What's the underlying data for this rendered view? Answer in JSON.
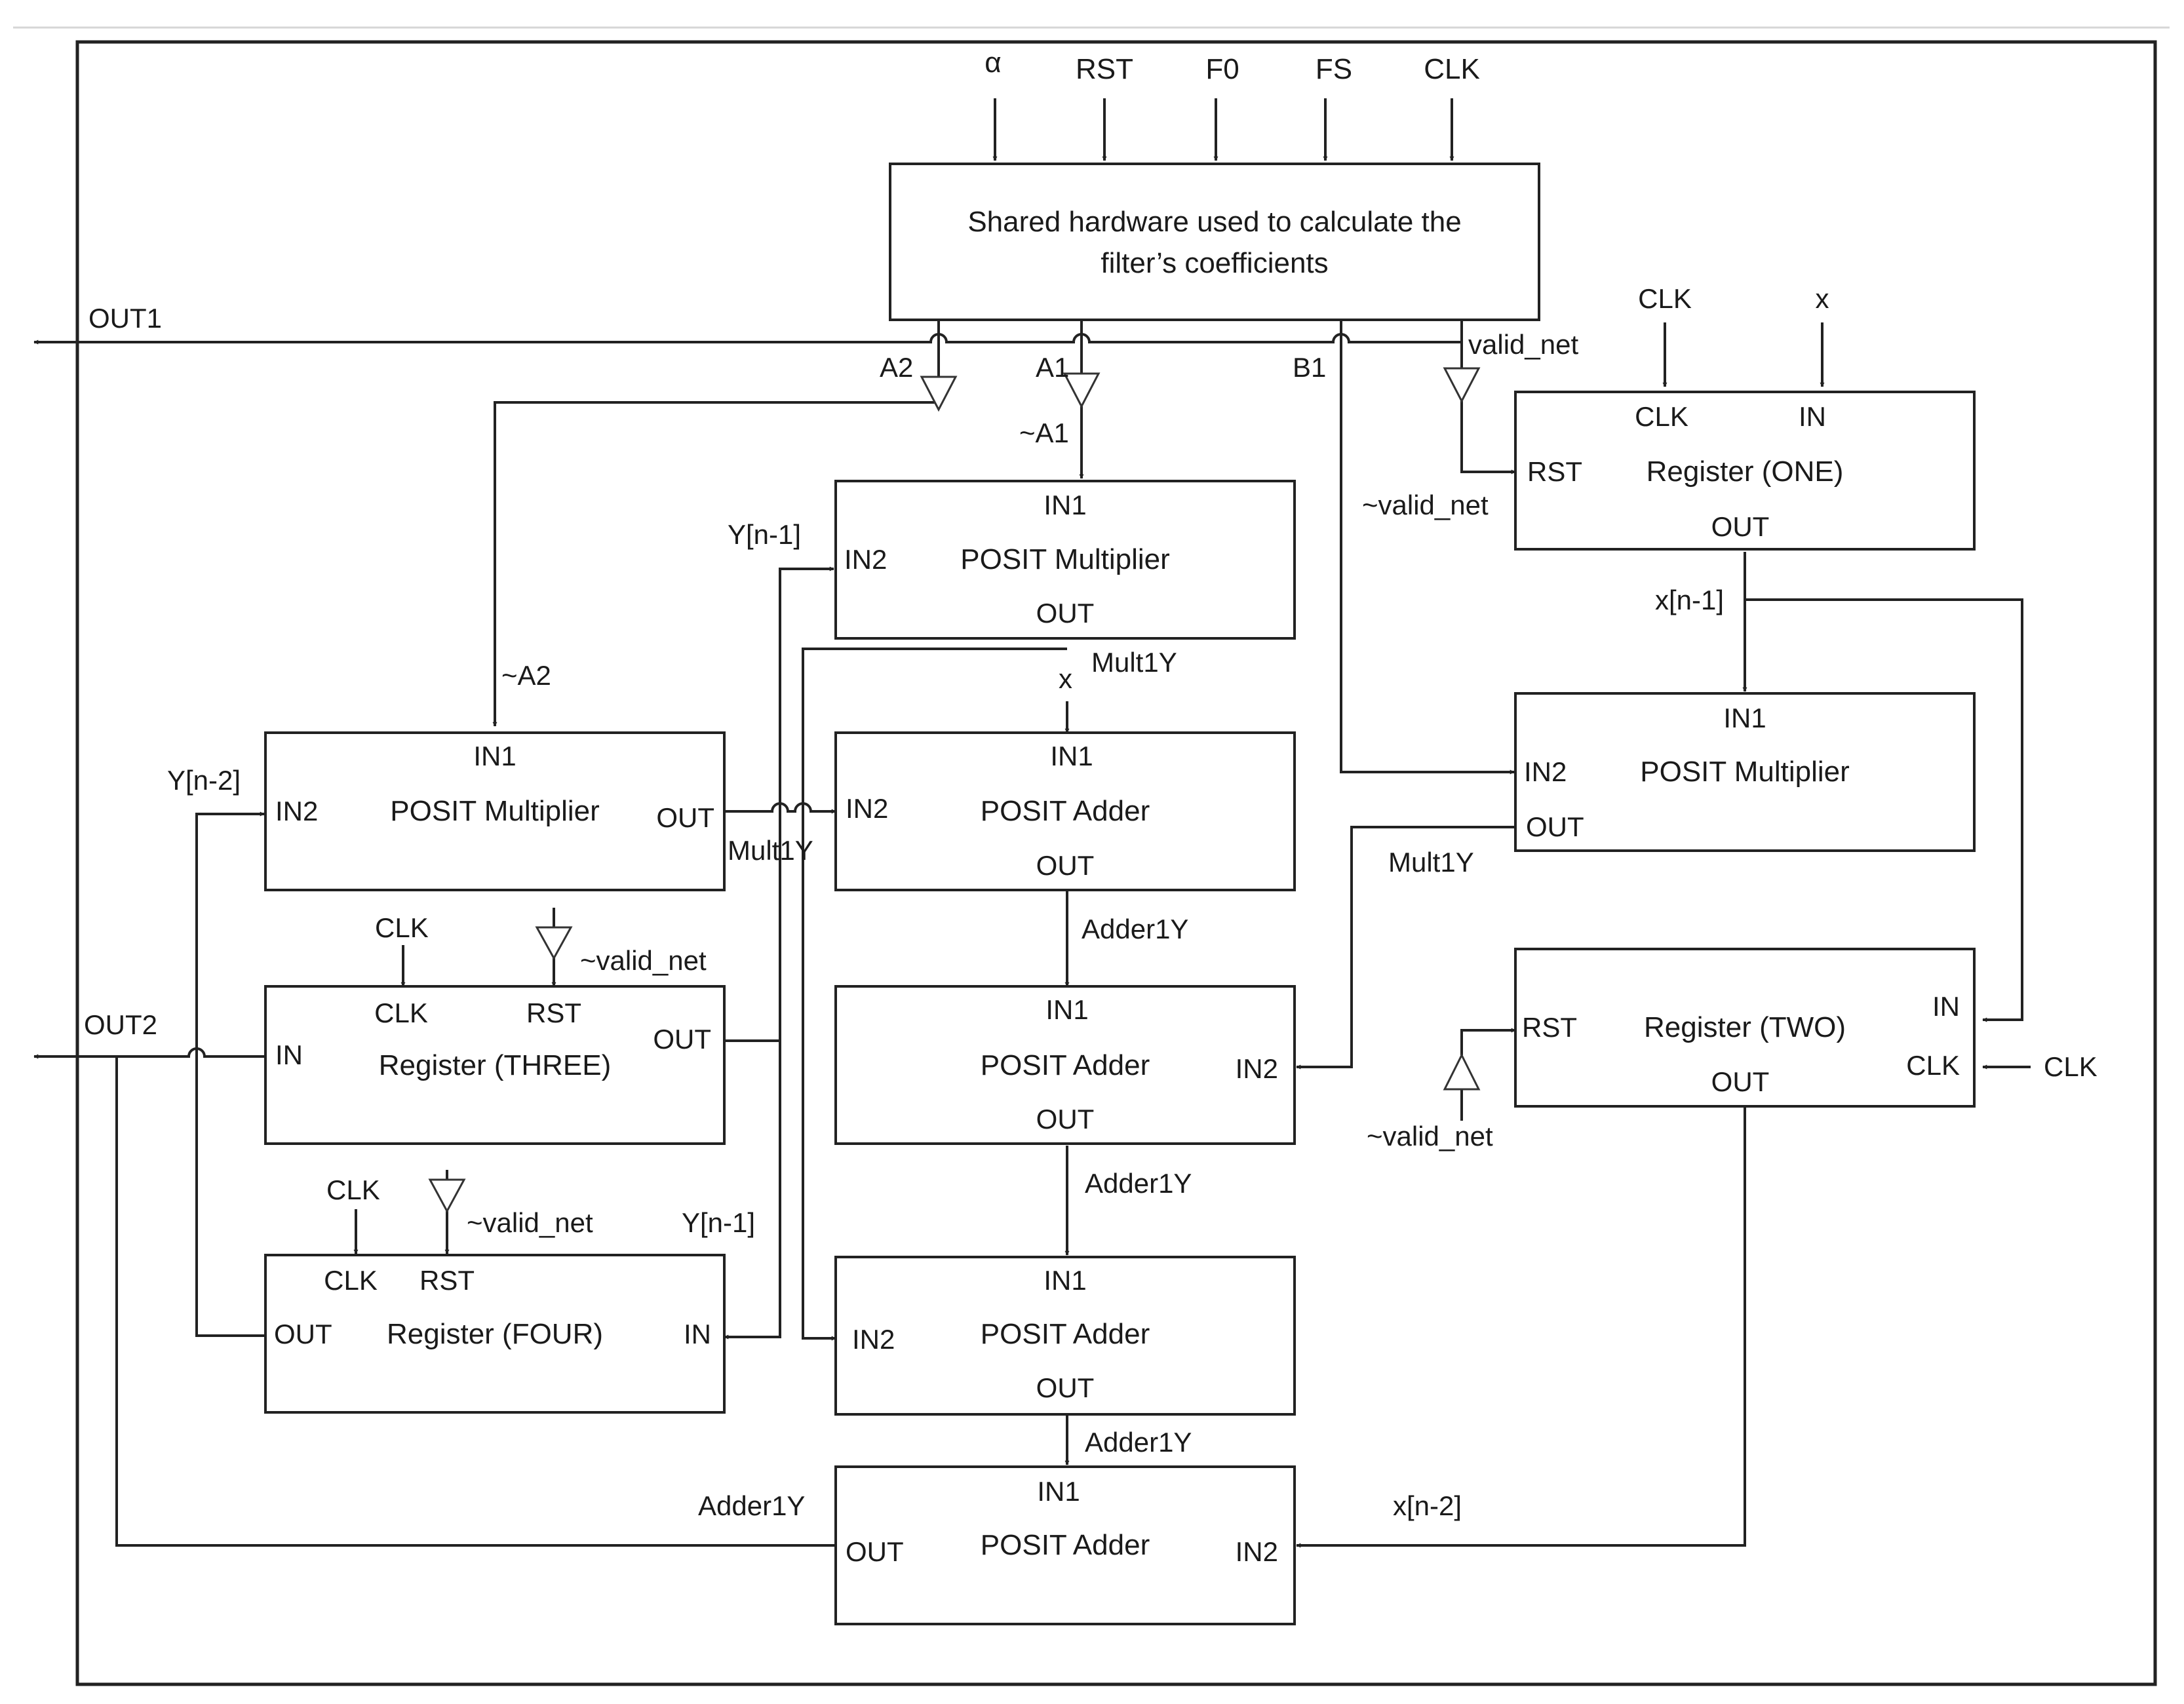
{
  "inputs": {
    "alpha": "α",
    "rst": "RST",
    "f0": "F0",
    "fs": "FS",
    "clk": "CLK"
  },
  "shared": {
    "line1": "Shared hardware used to calculate the",
    "line2": "filter’s coefficients"
  },
  "outputs": {
    "out1": "OUT1",
    "out2": "OUT2"
  },
  "signals": {
    "a2": "A2",
    "a1": "A1",
    "b1": "B1",
    "valid_net": "valid_net",
    "not_a1": "~A1",
    "not_a2": "~A2",
    "not_valid_net": "~valid_net",
    "y_n1": "Y[n-1]",
    "y_n2": "Y[n-2]",
    "x_n1": "x[n-1]",
    "x_n2": "x[n-2]",
    "mult1y": "Mult1Y",
    "adder1y": "Adder1Y",
    "x": "x",
    "clk": "CLK"
  },
  "ports": {
    "in": "IN",
    "in1": "IN1",
    "in2": "IN2",
    "out": "OUT",
    "clk": "CLK",
    "rst": "RST"
  },
  "blocks": {
    "posit_multiplier": "POSIT Multiplier",
    "posit_adder": "POSIT Adder",
    "reg_one": "Register (ONE)",
    "reg_two": "Register (TWO)",
    "reg_three": "Register (THREE)",
    "reg_four": "Register (FOUR)"
  }
}
